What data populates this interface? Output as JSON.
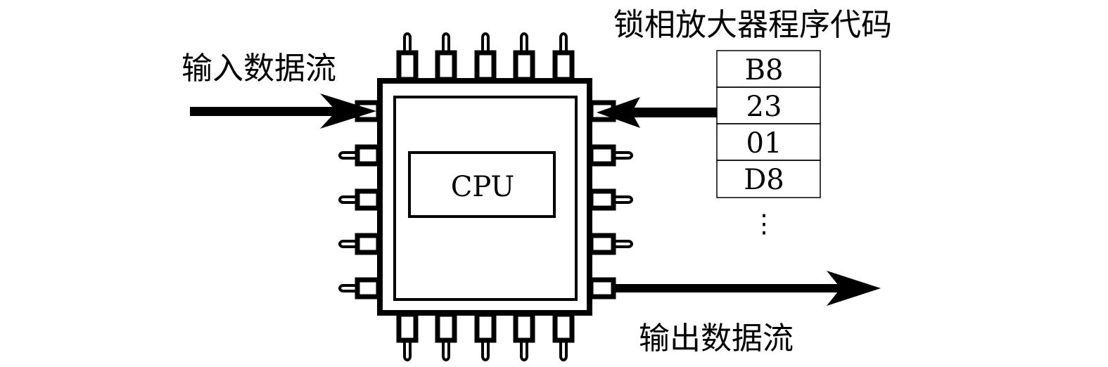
{
  "labels": {
    "input_stream": "输入数据流",
    "output_stream": "输出数据流",
    "program_code_title": "锁相放大器程序代码",
    "cpu": "CPU"
  },
  "program_code": {
    "rows": [
      "B8",
      "23",
      "01",
      "D8"
    ],
    "continuation": "⋮"
  },
  "colors": {
    "ink": "#000000",
    "background": "#ffffff"
  }
}
